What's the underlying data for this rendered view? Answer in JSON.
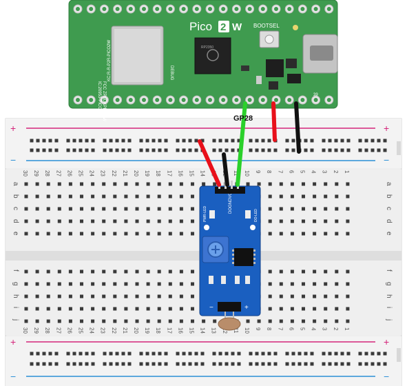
{
  "pico": {
    "brand": "Pico",
    "model": "2",
    "variant": "W",
    "bootsel_label": "BOOTSEL",
    "chip_text": "RP2350",
    "vertical_text_1": "KC:R-R-P2R-PICO2W",
    "vertical_text_2": "FCC ZPNDKPICO2W",
    "vertical_text_3": "IC:20953-PICO2W",
    "debug_label": "DEBUG",
    "pin_number": "39",
    "pcb_color": "#3f9b4f"
  },
  "wiring": {
    "gp_label": "GP28",
    "colors": {
      "red": "#e8101a",
      "black": "#111111",
      "green": "#2bd12b"
    }
  },
  "breadboard": {
    "column_numbers": [
      "30",
      "29",
      "28",
      "27",
      "26",
      "25",
      "24",
      "23",
      "22",
      "21",
      "20",
      "19",
      "18",
      "17",
      "16",
      "15",
      "14",
      "13",
      "12",
      "11",
      "10",
      "9",
      "8",
      "7",
      "6",
      "5",
      "4",
      "3",
      "2",
      "1"
    ],
    "row_letters_top": [
      "a",
      "b",
      "c",
      "d",
      "e"
    ],
    "row_letters_bottom": [
      "f",
      "g",
      "h",
      "i",
      "j"
    ],
    "plus_sign": "+",
    "minus_sign": "−",
    "rail_red": "#d4247a",
    "rail_blue": "#2a8fd6"
  },
  "sensor_module": {
    "pin_labels": "DOGNDVCC",
    "pwr_label": "PWR-LED",
    "do_label": "DO-LED",
    "board_color": "#1a5fc0"
  }
}
